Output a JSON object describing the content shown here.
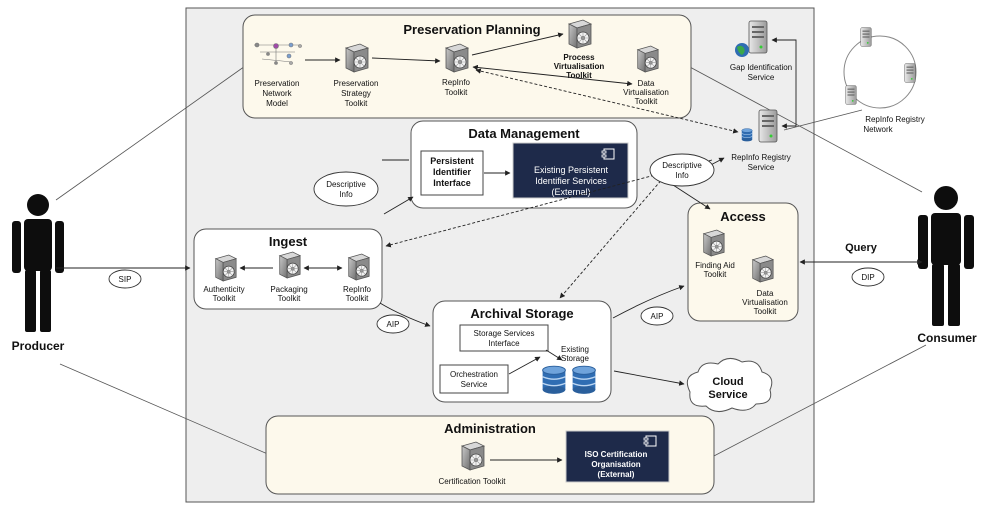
{
  "colors": {
    "system_bg": "#eeeeee",
    "box_fill": "#fdf9ec",
    "white": "#ffffff",
    "external_fill": "#1e2a4a",
    "storage_blue": "#2f6db3",
    "line": "#333333"
  },
  "actors": {
    "producer": "Producer",
    "consumer": "Consumer"
  },
  "flows": {
    "sip": "SIP",
    "dip": "DIP",
    "query": "Query",
    "aip_ingest": "AIP",
    "aip_access": "AIP",
    "descriptive_info_1": [
      "Descriptive",
      "Info"
    ],
    "descriptive_info_2": [
      "Descriptive",
      "Info"
    ]
  },
  "preservation_planning": {
    "title": "Preservation Planning",
    "network_model": [
      "Preservation",
      "Network",
      "Model"
    ],
    "strategy_toolkit": [
      "Preservation",
      "Strategy",
      "Toolkit"
    ],
    "repinfo_toolkit": [
      "RepInfo",
      "Toolkit"
    ],
    "process_virt_toolkit": [
      "Process",
      "Virtualisation",
      "Toolkit"
    ],
    "data_virt_toolkit": [
      "Data",
      "Virtualisation",
      "Toolkit"
    ]
  },
  "external_services": {
    "gap_identification": [
      "Gap Identification",
      "Service"
    ],
    "repinfo_registry_service": [
      "RepInfo Registry",
      "Service"
    ],
    "repinfo_registry_network": [
      "RepInfo Registry",
      "Network"
    ]
  },
  "data_management": {
    "title": "Data Management",
    "pi_interface": [
      "Persistent",
      "Identifier",
      "Interface"
    ],
    "pi_services": [
      "Existing Persistent",
      "Identifier Services",
      "(External)"
    ]
  },
  "ingest": {
    "title": "Ingest",
    "authenticity": [
      "Authenticity",
      "Toolkit"
    ],
    "packaging": [
      "Packaging",
      "Toolkit"
    ],
    "repinfo": [
      "RepInfo",
      "Toolkit"
    ]
  },
  "access": {
    "title": "Access",
    "finding_aid": [
      "Finding Aid",
      "Toolkit"
    ],
    "data_virt": [
      "Data",
      "Virtualisation",
      "Toolkit"
    ]
  },
  "archival_storage": {
    "title": "Archival Storage",
    "ss_interface": [
      "Storage Services",
      "Interface"
    ],
    "orchestration": [
      "Orchestration",
      "Service"
    ],
    "existing_storage": [
      "Existing",
      "Storage"
    ]
  },
  "cloud": [
    "Cloud",
    "Service"
  ],
  "administration": {
    "title": "Administration",
    "certification": "Certification Toolkit",
    "iso": [
      "ISO Certification",
      "Organisation",
      "(External)"
    ]
  }
}
